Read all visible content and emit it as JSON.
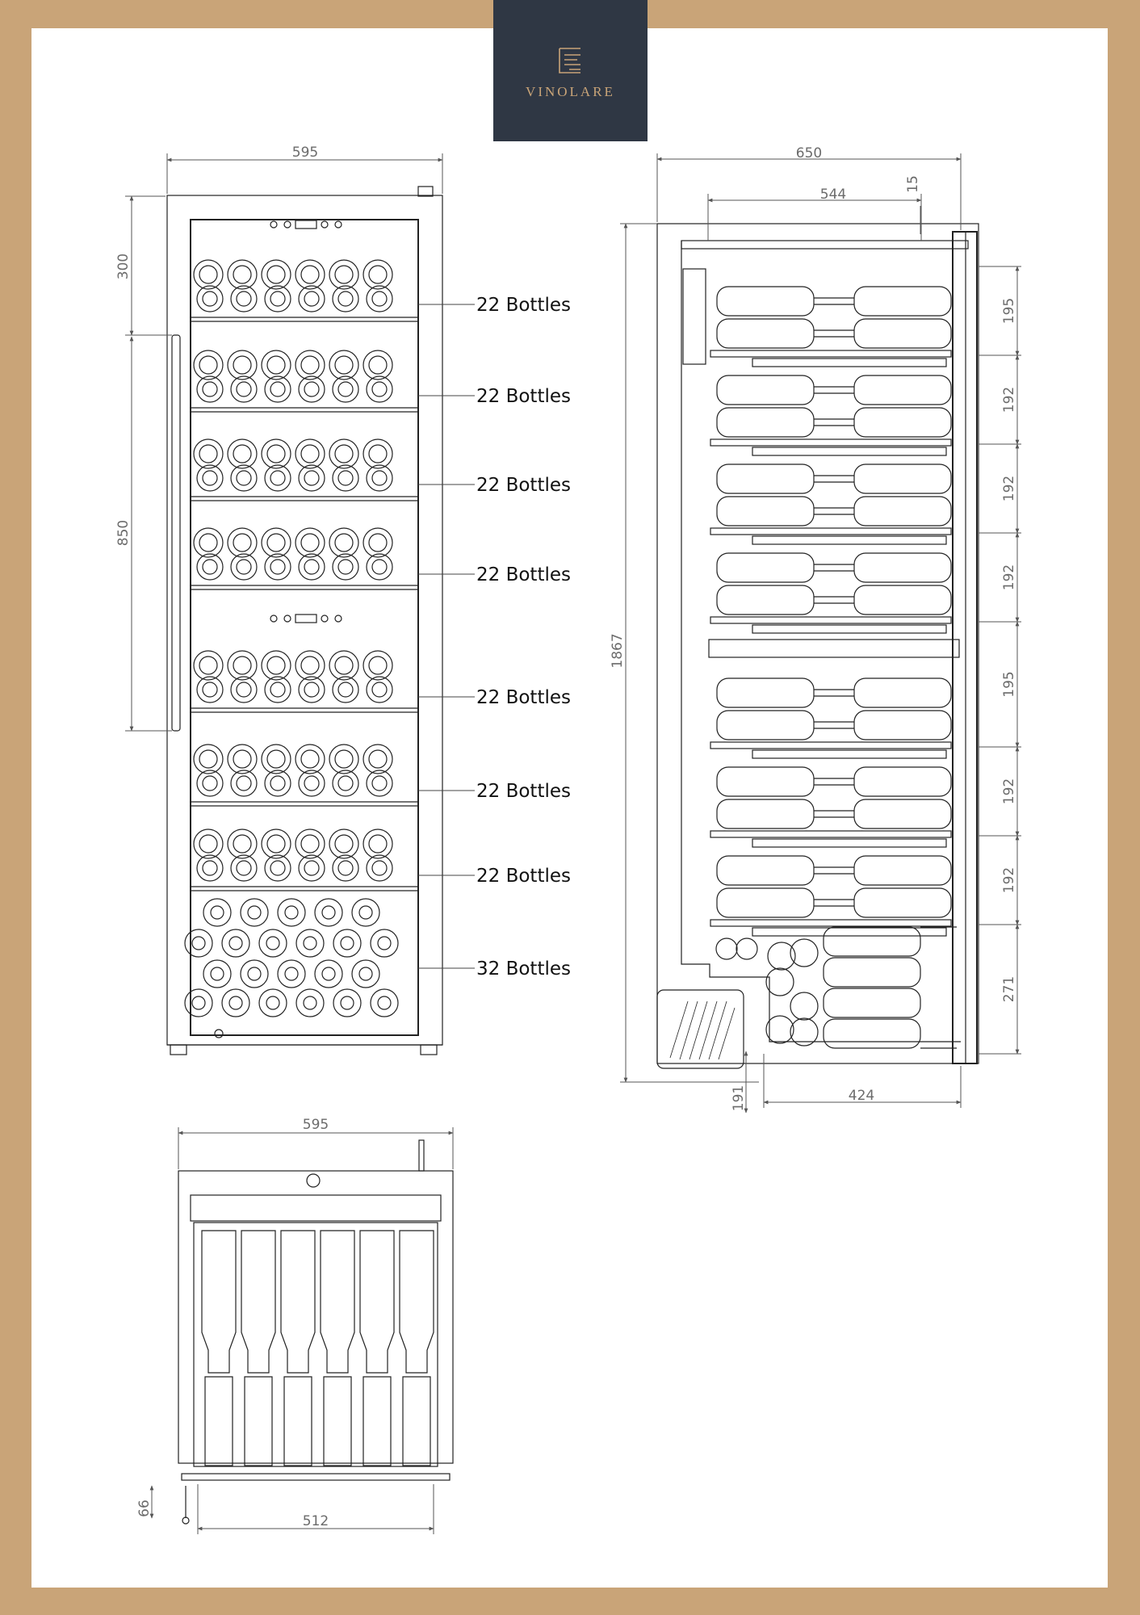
{
  "brand": {
    "name": "VINOLARE"
  },
  "front_view": {
    "width_label": "595",
    "height_labels": {
      "top": "300",
      "middle": "850"
    },
    "shelves": [
      {
        "capacity": "22 Bottles"
      },
      {
        "capacity": "22 Bottles"
      },
      {
        "capacity": "22 Bottles"
      },
      {
        "capacity": "22 Bottles"
      },
      {
        "capacity": "22 Bottles"
      },
      {
        "capacity": "22 Bottles"
      },
      {
        "capacity": "22 Bottles"
      },
      {
        "capacity": "32 Bottles"
      }
    ]
  },
  "side_view": {
    "depth_label": "650",
    "inner_depth_label": "544",
    "door_label": "15",
    "total_height_label": "1867",
    "shelf_spacing_labels": [
      "195",
      "192",
      "192",
      "192",
      "195",
      "192",
      "192",
      "271"
    ],
    "base_height_label": "191",
    "base_depth_label": "424"
  },
  "top_view": {
    "width_label": "595",
    "inner_width_label": "512",
    "offset_label": "66"
  },
  "colors": {
    "frame": "#c9a478",
    "logo_background": "#2f3744",
    "logo_text": "#c9a478",
    "line": "#222222"
  }
}
